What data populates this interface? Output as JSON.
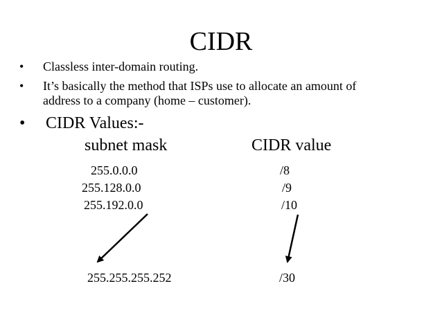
{
  "slide": {
    "title": "CIDR",
    "bullets": [
      {
        "marker": "•",
        "text": "Classless inter-domain routing."
      },
      {
        "marker": "•",
        "text": "It’s basically the method that ISPs use to allocate an amount of address to a company (home – customer)."
      },
      {
        "marker": "•",
        "text": "CIDR Values:-"
      }
    ],
    "table": {
      "headers": {
        "subnet_mask": "subnet mask",
        "cidr_value": "CIDR value"
      },
      "rows": [
        {
          "mask": "255.0.0.0",
          "cidr": "/8"
        },
        {
          "mask": "255.128.0.0",
          "cidr": "/9"
        },
        {
          "mask": "255.192.0.0",
          "cidr": "/10"
        }
      ],
      "last_row": {
        "mask": "255.255.255.252",
        "cidr": "/30"
      }
    },
    "colors": {
      "text": "#000000",
      "background": "#ffffff"
    },
    "icons": [
      "arrow-down-left-icon",
      "arrow-down-icon"
    ]
  }
}
